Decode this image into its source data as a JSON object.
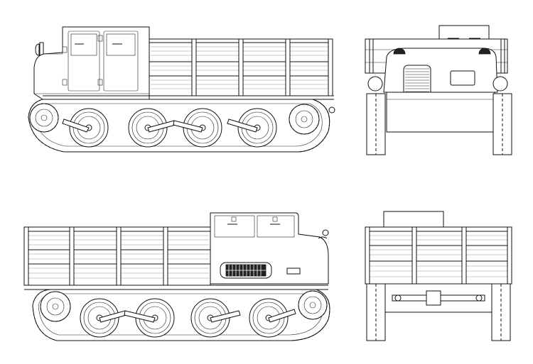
{
  "drawing": {
    "views": [
      {
        "id": "left-side",
        "label": ""
      },
      {
        "id": "front",
        "label": ""
      },
      {
        "id": "right-side",
        "label": ""
      },
      {
        "id": "rear",
        "label": ""
      }
    ]
  },
  "colors": {
    "line": "#111111",
    "background": "#ffffff",
    "plank_grain": "#777777"
  }
}
